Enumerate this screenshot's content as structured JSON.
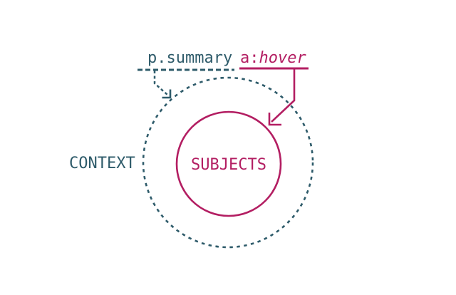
{
  "diagram": {
    "background": "#ffffff",
    "colors": {
      "teal": "#2e5b6a",
      "pink": "#b31e62"
    },
    "labels": {
      "context_selector": "p.summary",
      "subject_selector_base": "a:",
      "subject_selector_pseudo": "hover",
      "outer_circle": "CONTEXT",
      "inner_circle": "SUBJECTS"
    }
  }
}
